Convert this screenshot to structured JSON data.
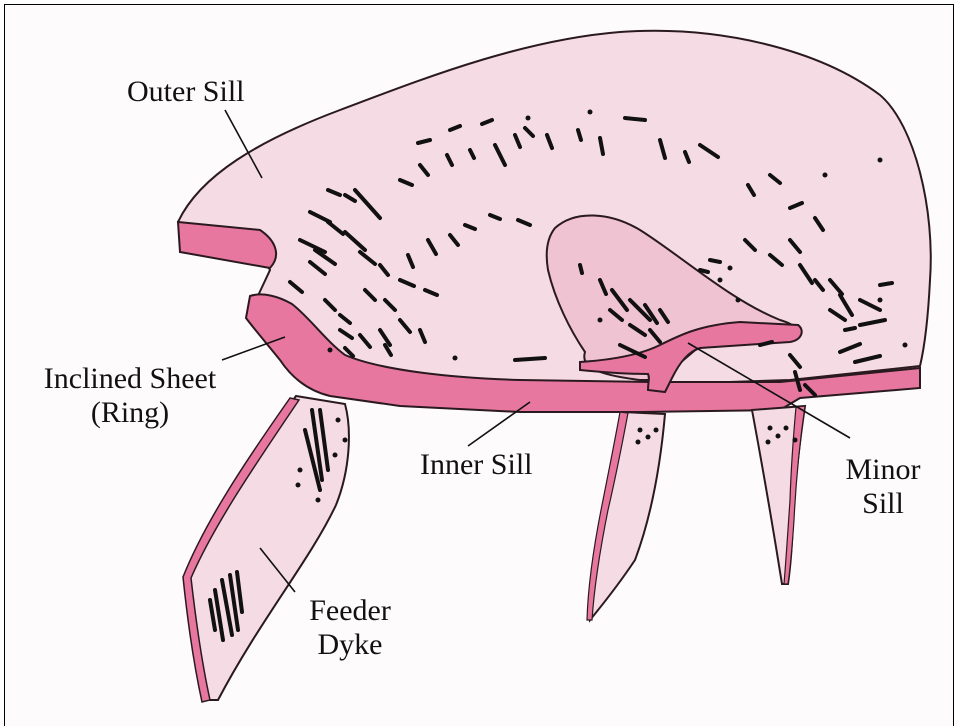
{
  "labels": {
    "outer_sill": "Outer Sill",
    "inclined_sheet_line1": "Inclined Sheet",
    "inclined_sheet_line2": "(Ring)",
    "inner_sill": "Inner Sill",
    "minor_sill_line1": "Minor",
    "minor_sill_line2": "Sill",
    "feeder_dyke_line1": "Feeder",
    "feeder_dyke_line2": "Dyke"
  },
  "colors": {
    "light_fill": "#f5dbe3",
    "sheet_fill": "#e8779f",
    "outline": "#2a1a20",
    "frame": "#000000"
  }
}
